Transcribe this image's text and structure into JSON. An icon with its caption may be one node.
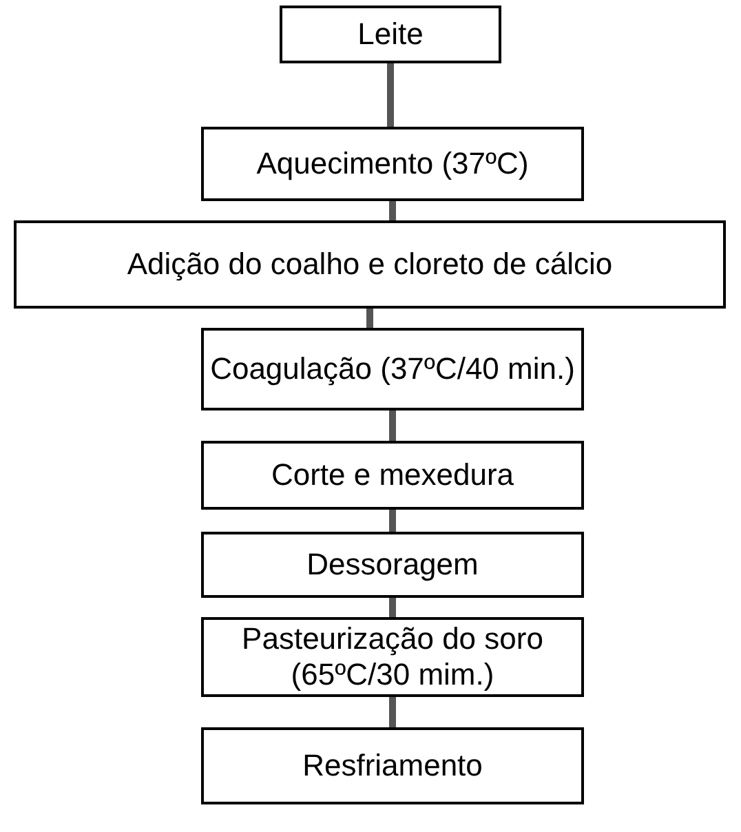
{
  "diagram": {
    "nodes": [
      {
        "text": [
          "Leite"
        ]
      },
      {
        "text": [
          "Aquecimento (37ºC)"
        ]
      },
      {
        "text": [
          "Adição do coalho e cloreto de cálcio"
        ]
      },
      {
        "text": [
          "Coagulação (37ºC/40 min.)"
        ]
      },
      {
        "text": [
          "Corte e mexedura"
        ]
      },
      {
        "text": [
          "Dessoragem"
        ]
      },
      {
        "text": [
          "Pasteurização do soro (65ºC/30 mim.)"
        ]
      },
      {
        "text": [
          "Resfriamento"
        ]
      }
    ],
    "edges": [
      {
        "from": 0,
        "to": 1,
        "arrow": "none"
      },
      {
        "from": 1,
        "to": 2,
        "arrow": "none"
      },
      {
        "from": 2,
        "to": 3,
        "arrow": "none"
      },
      {
        "from": 3,
        "to": 4,
        "arrow": "none"
      },
      {
        "from": 4,
        "to": 5,
        "arrow": "none"
      },
      {
        "from": 5,
        "to": 6,
        "arrow": "none"
      },
      {
        "from": 6,
        "to": 7,
        "arrow": "none"
      }
    ]
  }
}
